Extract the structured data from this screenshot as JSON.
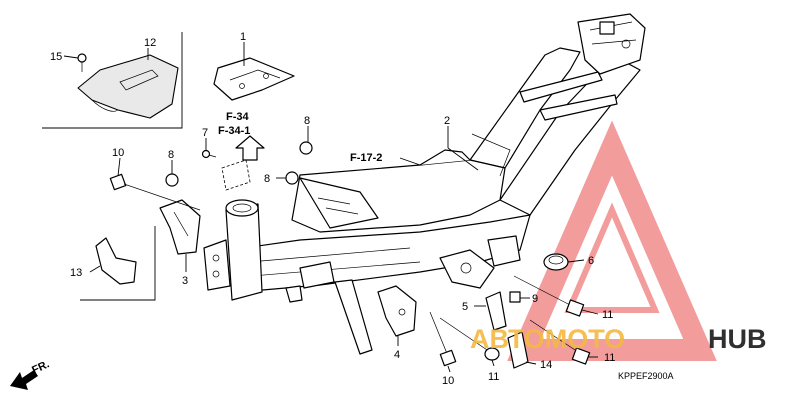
{
  "diagram": {
    "reference_code": "KPPEF2900A",
    "direction_marker": "FR.",
    "callouts": {
      "c1": "1",
      "c2": "2",
      "c3": "3",
      "c4": "4",
      "c5": "5",
      "c6": "6",
      "c7": "7",
      "c8a": "8",
      "c8b": "8",
      "c8c": "8",
      "c9": "9",
      "c10a": "10",
      "c10b": "10",
      "c11a": "11",
      "c11b": "11",
      "c11c": "11",
      "c12": "12",
      "c13": "13",
      "c14": "14",
      "c15": "15"
    },
    "section_refs": {
      "ref_f34": "F-34",
      "ref_f341": "F-34-1",
      "ref_f172": "F-17-2"
    }
  },
  "watermark": {
    "brand_part1": "AВТОМОТО",
    "brand_part2": "HUB",
    "logo_color": "#e84c4c",
    "accent_color": "#f4b942"
  }
}
